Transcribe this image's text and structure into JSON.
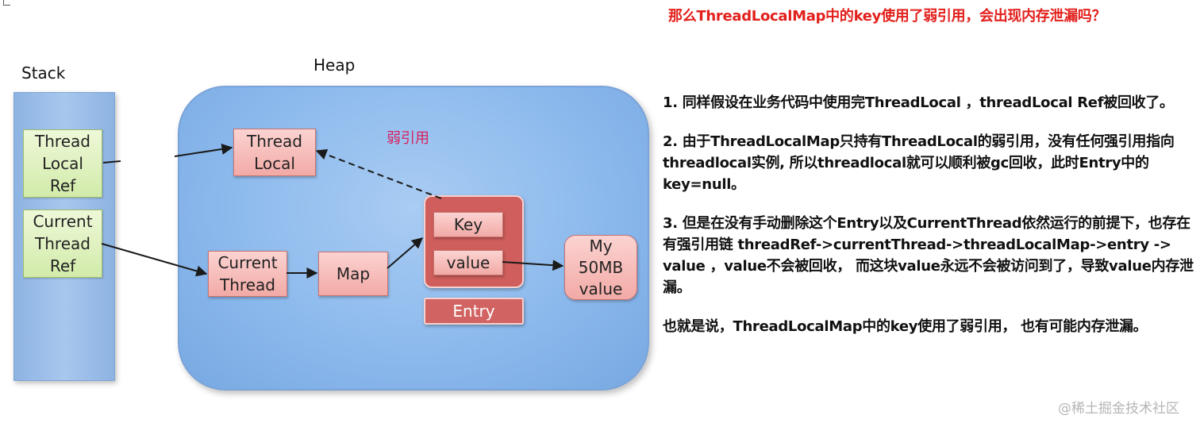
{
  "question": "那么ThreadLocalMap中的key使用了弱引用，会出现内存泄漏吗？",
  "diagram": {
    "stack_title": "Stack",
    "heap_title": "Heap",
    "weak_ref_label": "弱引用",
    "stack_boxes": [
      {
        "lines": [
          "Thread",
          "Local",
          "Ref"
        ]
      },
      {
        "lines": [
          "Current",
          "Thread",
          "Ref"
        ]
      }
    ],
    "thread_local": {
      "lines": [
        "Thread",
        "Local"
      ]
    },
    "current_thread": {
      "lines": [
        "Current",
        "Thread"
      ]
    },
    "map": "Map",
    "key": "Key",
    "value": "value",
    "entry": "Entry",
    "my_value": {
      "lines": [
        "My",
        "50MB",
        "value"
      ]
    }
  },
  "explanation": [
    "1. 同样假设在业务代码中使用完ThreadLocal ，threadLocal Ref被回收了。",
    "2. 由于ThreadLocalMap只持有ThreadLocal的弱引用，没有任何强引用指向threadlocal实例, 所以threadlocal就可以顺利被gc回收，此时Entry中的key=null。",
    "3. 但是在没有手动删除这个Entry以及CurrentThread依然运行的前提下，也存在有强引用链 threadRef->currentThread->threadLocalMap->entry -> value ，value不会被回收， 而这块value永远不会被访问到了，导致value内存泄漏。",
    "也就是说，ThreadLocalMap中的key使用了弱引用， 也有可能内存泄漏。"
  ],
  "watermark": "@稀土掘金技术社区"
}
